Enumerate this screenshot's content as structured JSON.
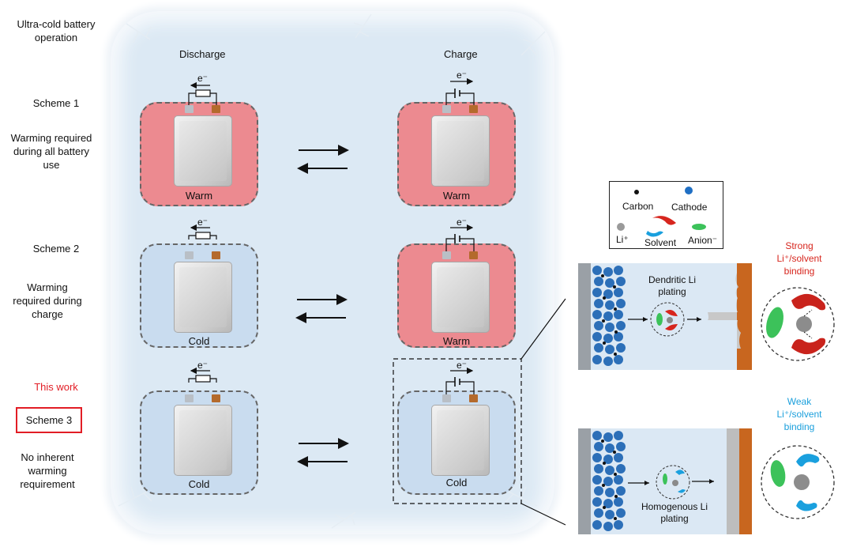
{
  "left_labels": {
    "title": "Ultra-cold battery operation",
    "scheme1": "Scheme 1",
    "scheme1_desc": "Warming required during all battery use",
    "scheme2": "Scheme 2",
    "scheme2_desc": "Warming required during charge",
    "this_work": "This work",
    "scheme3": "Scheme 3",
    "scheme3_desc": "No inherent warming requirement"
  },
  "columns": {
    "discharge": "Discharge",
    "charge": "Charge"
  },
  "electron_label": "e⁻",
  "boxes": {
    "r1_discharge": "Warm",
    "r1_charge": "Warm",
    "r2_discharge": "Cold",
    "r2_charge": "Warm",
    "r3_discharge": "Cold",
    "r3_charge": "Cold"
  },
  "legend": {
    "carbon": "Carbon",
    "cathode": "Cathode",
    "li": "Li⁺",
    "solvent": "Solvent",
    "anion": "Anion⁻"
  },
  "top_cell": {
    "label": "Dendritic Li plating"
  },
  "bottom_cell": {
    "label": "Homogenous Li plating"
  },
  "strong_binding": "Strong Li⁺/solvent binding",
  "weak_binding": "Weak Li⁺/solvent binding",
  "colors": {
    "warm": "#ec8a90",
    "cold": "#c9dcef",
    "strong": "#d7261e",
    "weak": "#1a9fdc",
    "this_work": "#e21d25"
  }
}
